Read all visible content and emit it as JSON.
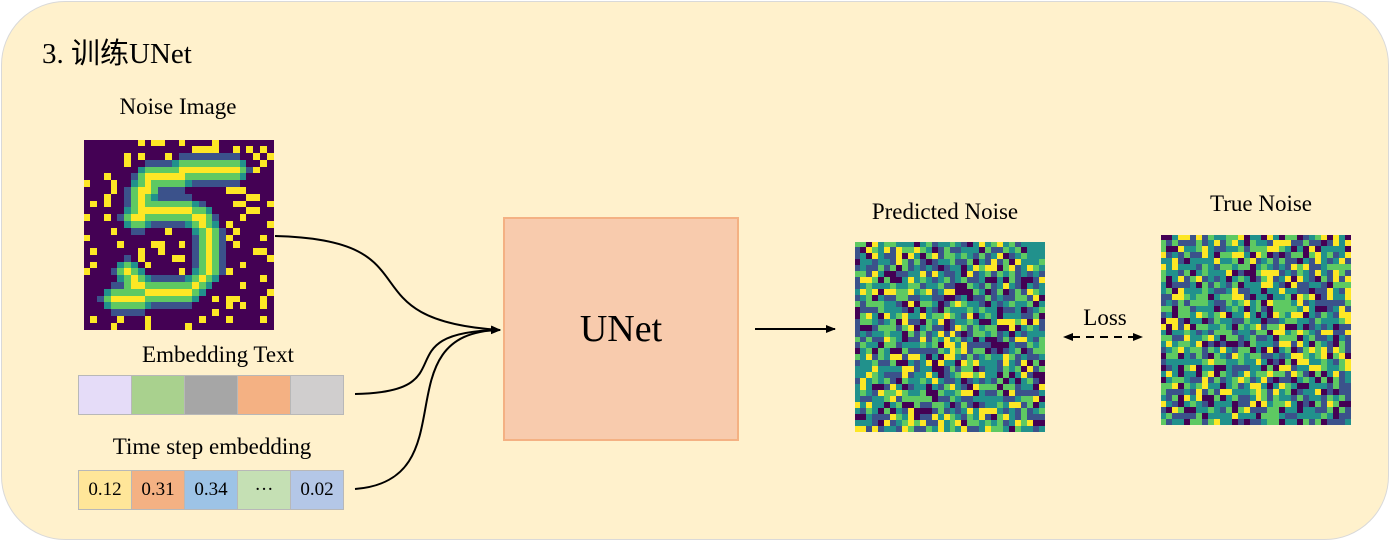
{
  "title": "3. 训练UNet",
  "inputs": {
    "noise_image_label": "Noise Image",
    "embedding_text_label": "Embedding Text",
    "embedding_text_colors": [
      "#e5dcf8",
      "#a9d18e",
      "#a6a6a6",
      "#f4b183",
      "#d0cece"
    ],
    "timestep_label": "Time step embedding",
    "timestep_cells": [
      {
        "text": "0.12",
        "color": "#ffe699"
      },
      {
        "text": "0.31",
        "color": "#f4b183"
      },
      {
        "text": "0.34",
        "color": "#9dc3e6"
      },
      {
        "text": "···",
        "color": "#c5e0b4"
      },
      {
        "text": "0.02",
        "color": "#b4c7e7"
      }
    ]
  },
  "model": {
    "label": "UNet"
  },
  "outputs": {
    "predicted_label": "Predicted Noise",
    "true_label": "True Noise",
    "loss_label": "Loss"
  },
  "colors": {
    "panel_bg": "#fff1cc",
    "unet_fill": "#f8cbad",
    "viridis": [
      "#440154",
      "#3b528b",
      "#21918c",
      "#5ec962",
      "#fde725"
    ]
  }
}
